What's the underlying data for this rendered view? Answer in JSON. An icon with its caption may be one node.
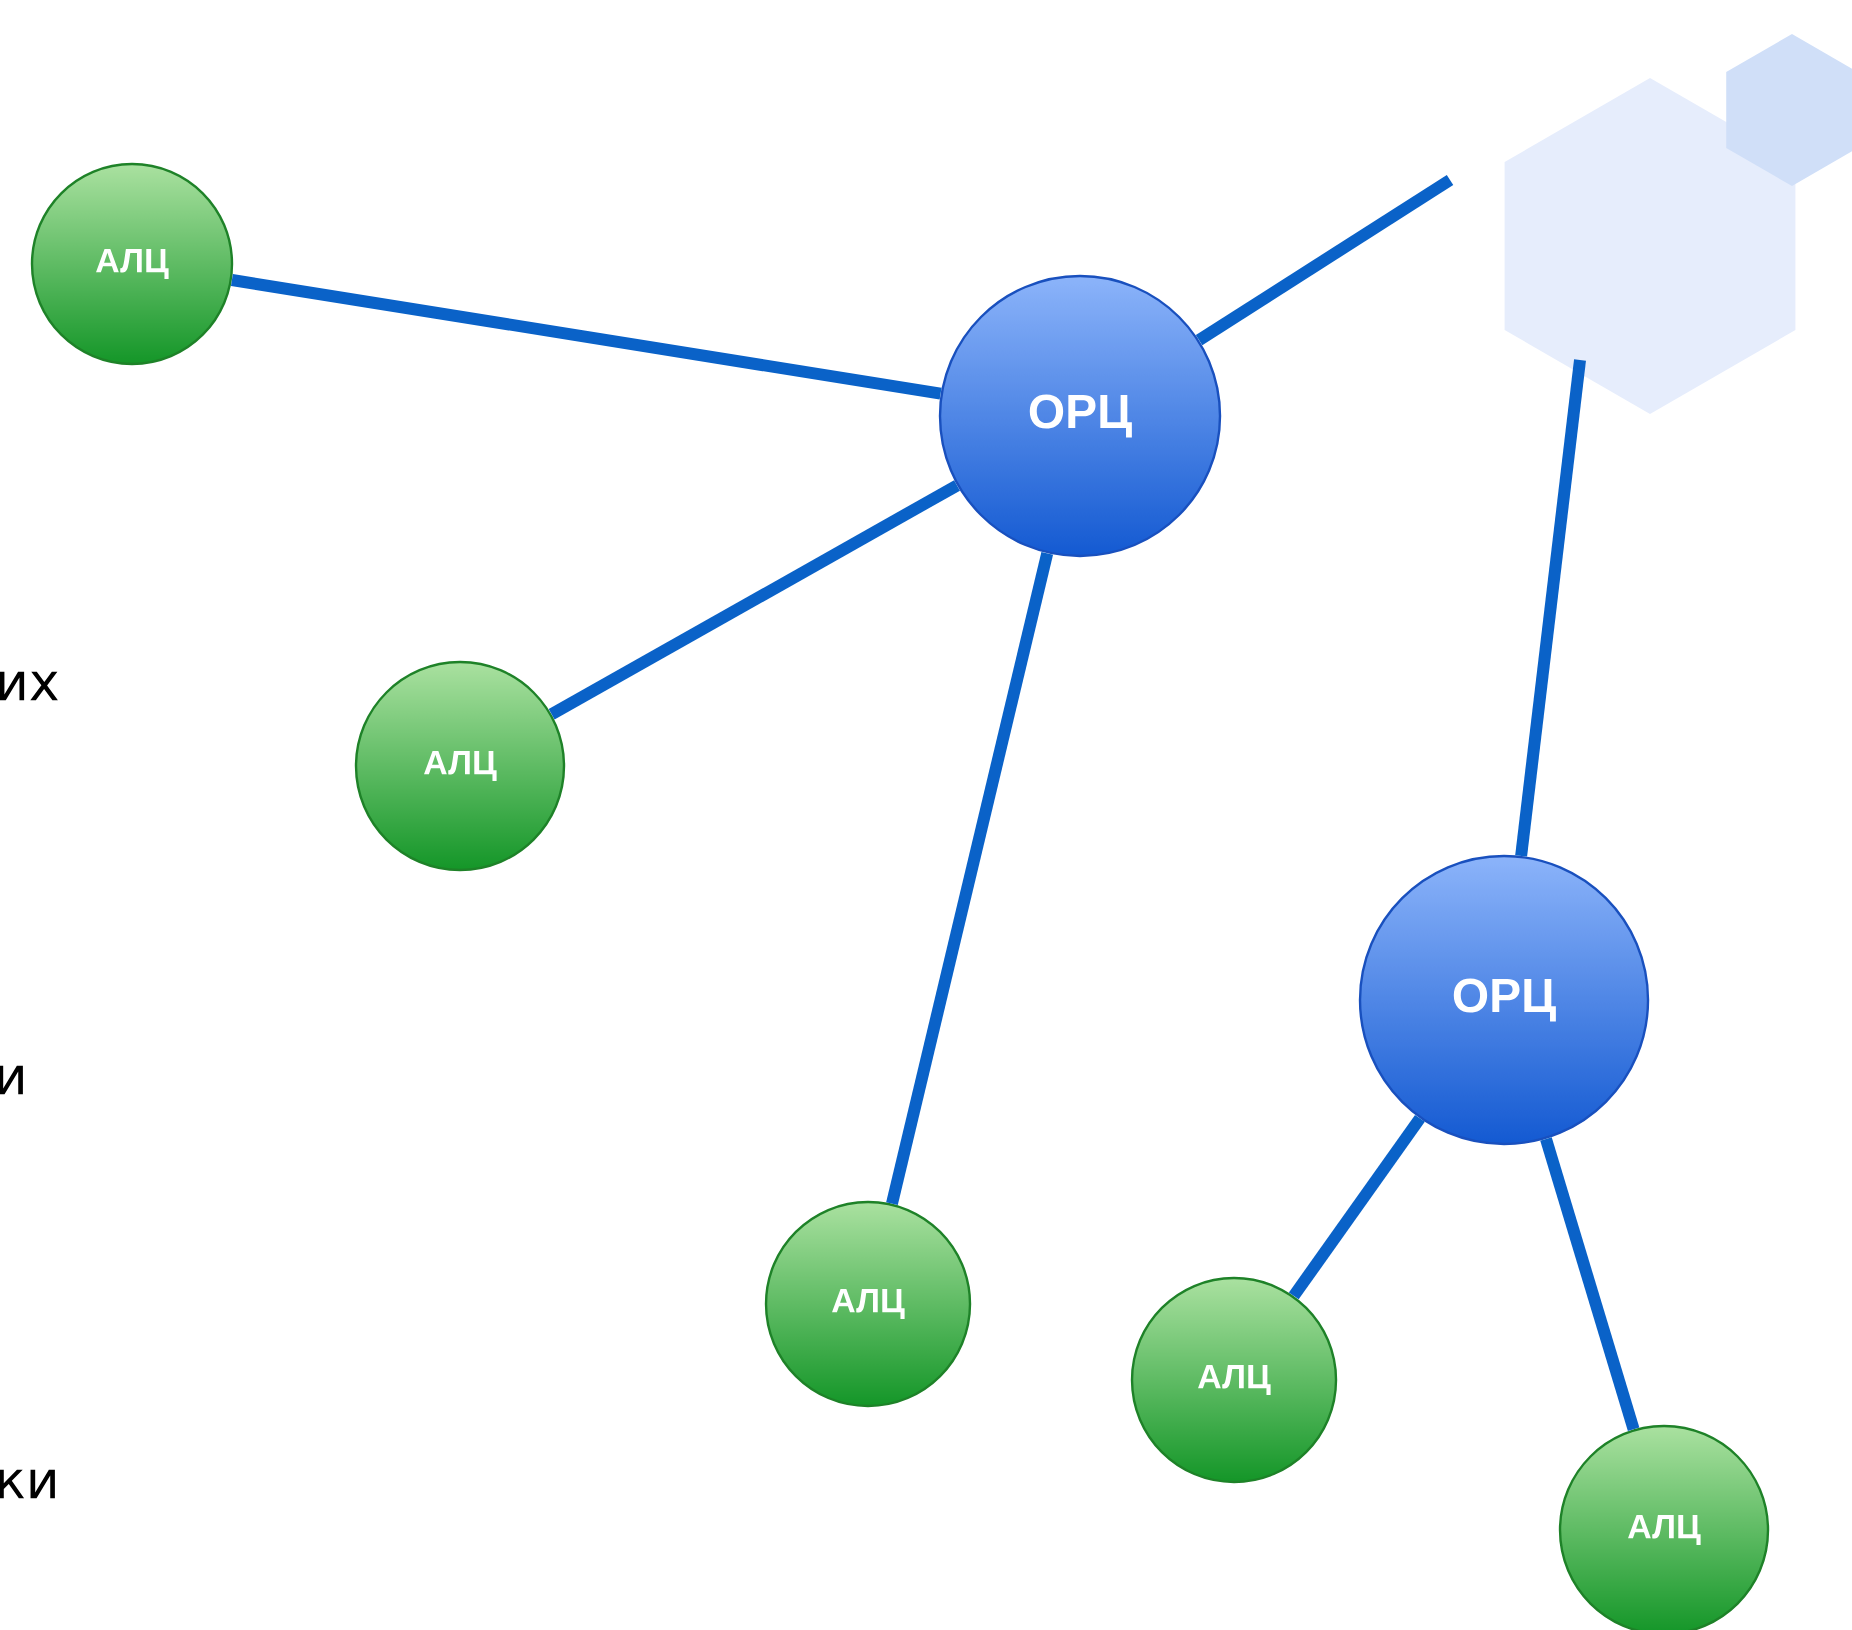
{
  "diagram": {
    "nodes": [
      {
        "text": [
          "ОРЦ"
        ]
      },
      {
        "text": [
          "АЛЦ"
        ]
      },
      {
        "text": [
          "АЛЦ"
        ]
      },
      {
        "text": [
          "АЛЦ"
        ]
      },
      {
        "text": [
          "ОРЦ"
        ]
      },
      {
        "text": [
          "АЛЦ"
        ]
      },
      {
        "text": [
          "АЛЦ"
        ]
      }
    ],
    "edges": [
      {
        "from": 0,
        "to": 1,
        "arrow": "none"
      },
      {
        "from": 0,
        "to": 2,
        "arrow": "none"
      },
      {
        "from": 0,
        "to": 3,
        "arrow": "none"
      },
      {
        "from": 0,
        "to": null,
        "arrow": "none"
      },
      {
        "from": 4,
        "to": null,
        "arrow": "none"
      },
      {
        "from": 4,
        "to": 5,
        "arrow": "none"
      },
      {
        "from": 4,
        "to": 6,
        "arrow": "none"
      }
    ],
    "labels": [
      "их",
      "и",
      "ки"
    ]
  }
}
